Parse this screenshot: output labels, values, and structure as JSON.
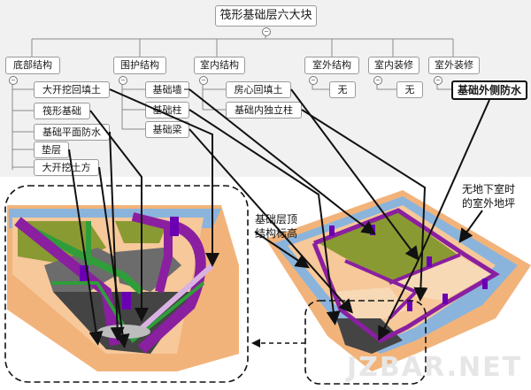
{
  "root": "筏形基础层六大块",
  "categories": [
    "底部结构",
    "围护结构",
    "室内结构",
    "室外结构",
    "室内装修",
    "室外装修"
  ],
  "bottom_items": [
    "大开挖回填土",
    "筏形基础",
    "基础平面防水",
    "垫层",
    "大开挖土方"
  ],
  "envelope_items": [
    "基础墙",
    "基础柱",
    "基础梁"
  ],
  "interior_items": [
    "房心回填土",
    "基础内独立柱"
  ],
  "exterior_structure_item": "无",
  "interior_finish_item": "无",
  "exterior_finish_item": "基础外侧防水",
  "annotations": {
    "top_elevation_line1": "基础层顶",
    "top_elevation_line2": "结构标高",
    "outdoor_ground_line1": "无地下室时",
    "outdoor_ground_line2": "的室外地坪"
  },
  "watermark": "JZBAR.NET",
  "colors": {
    "panel_bg": "#f1f1f1",
    "slab_olive": "#8a9a32",
    "wall_purple": "#8a1fa0",
    "beam_green": "#2f9e3a",
    "soil_orange": "#f2b37a",
    "water_blue": "#8ab4dc"
  }
}
